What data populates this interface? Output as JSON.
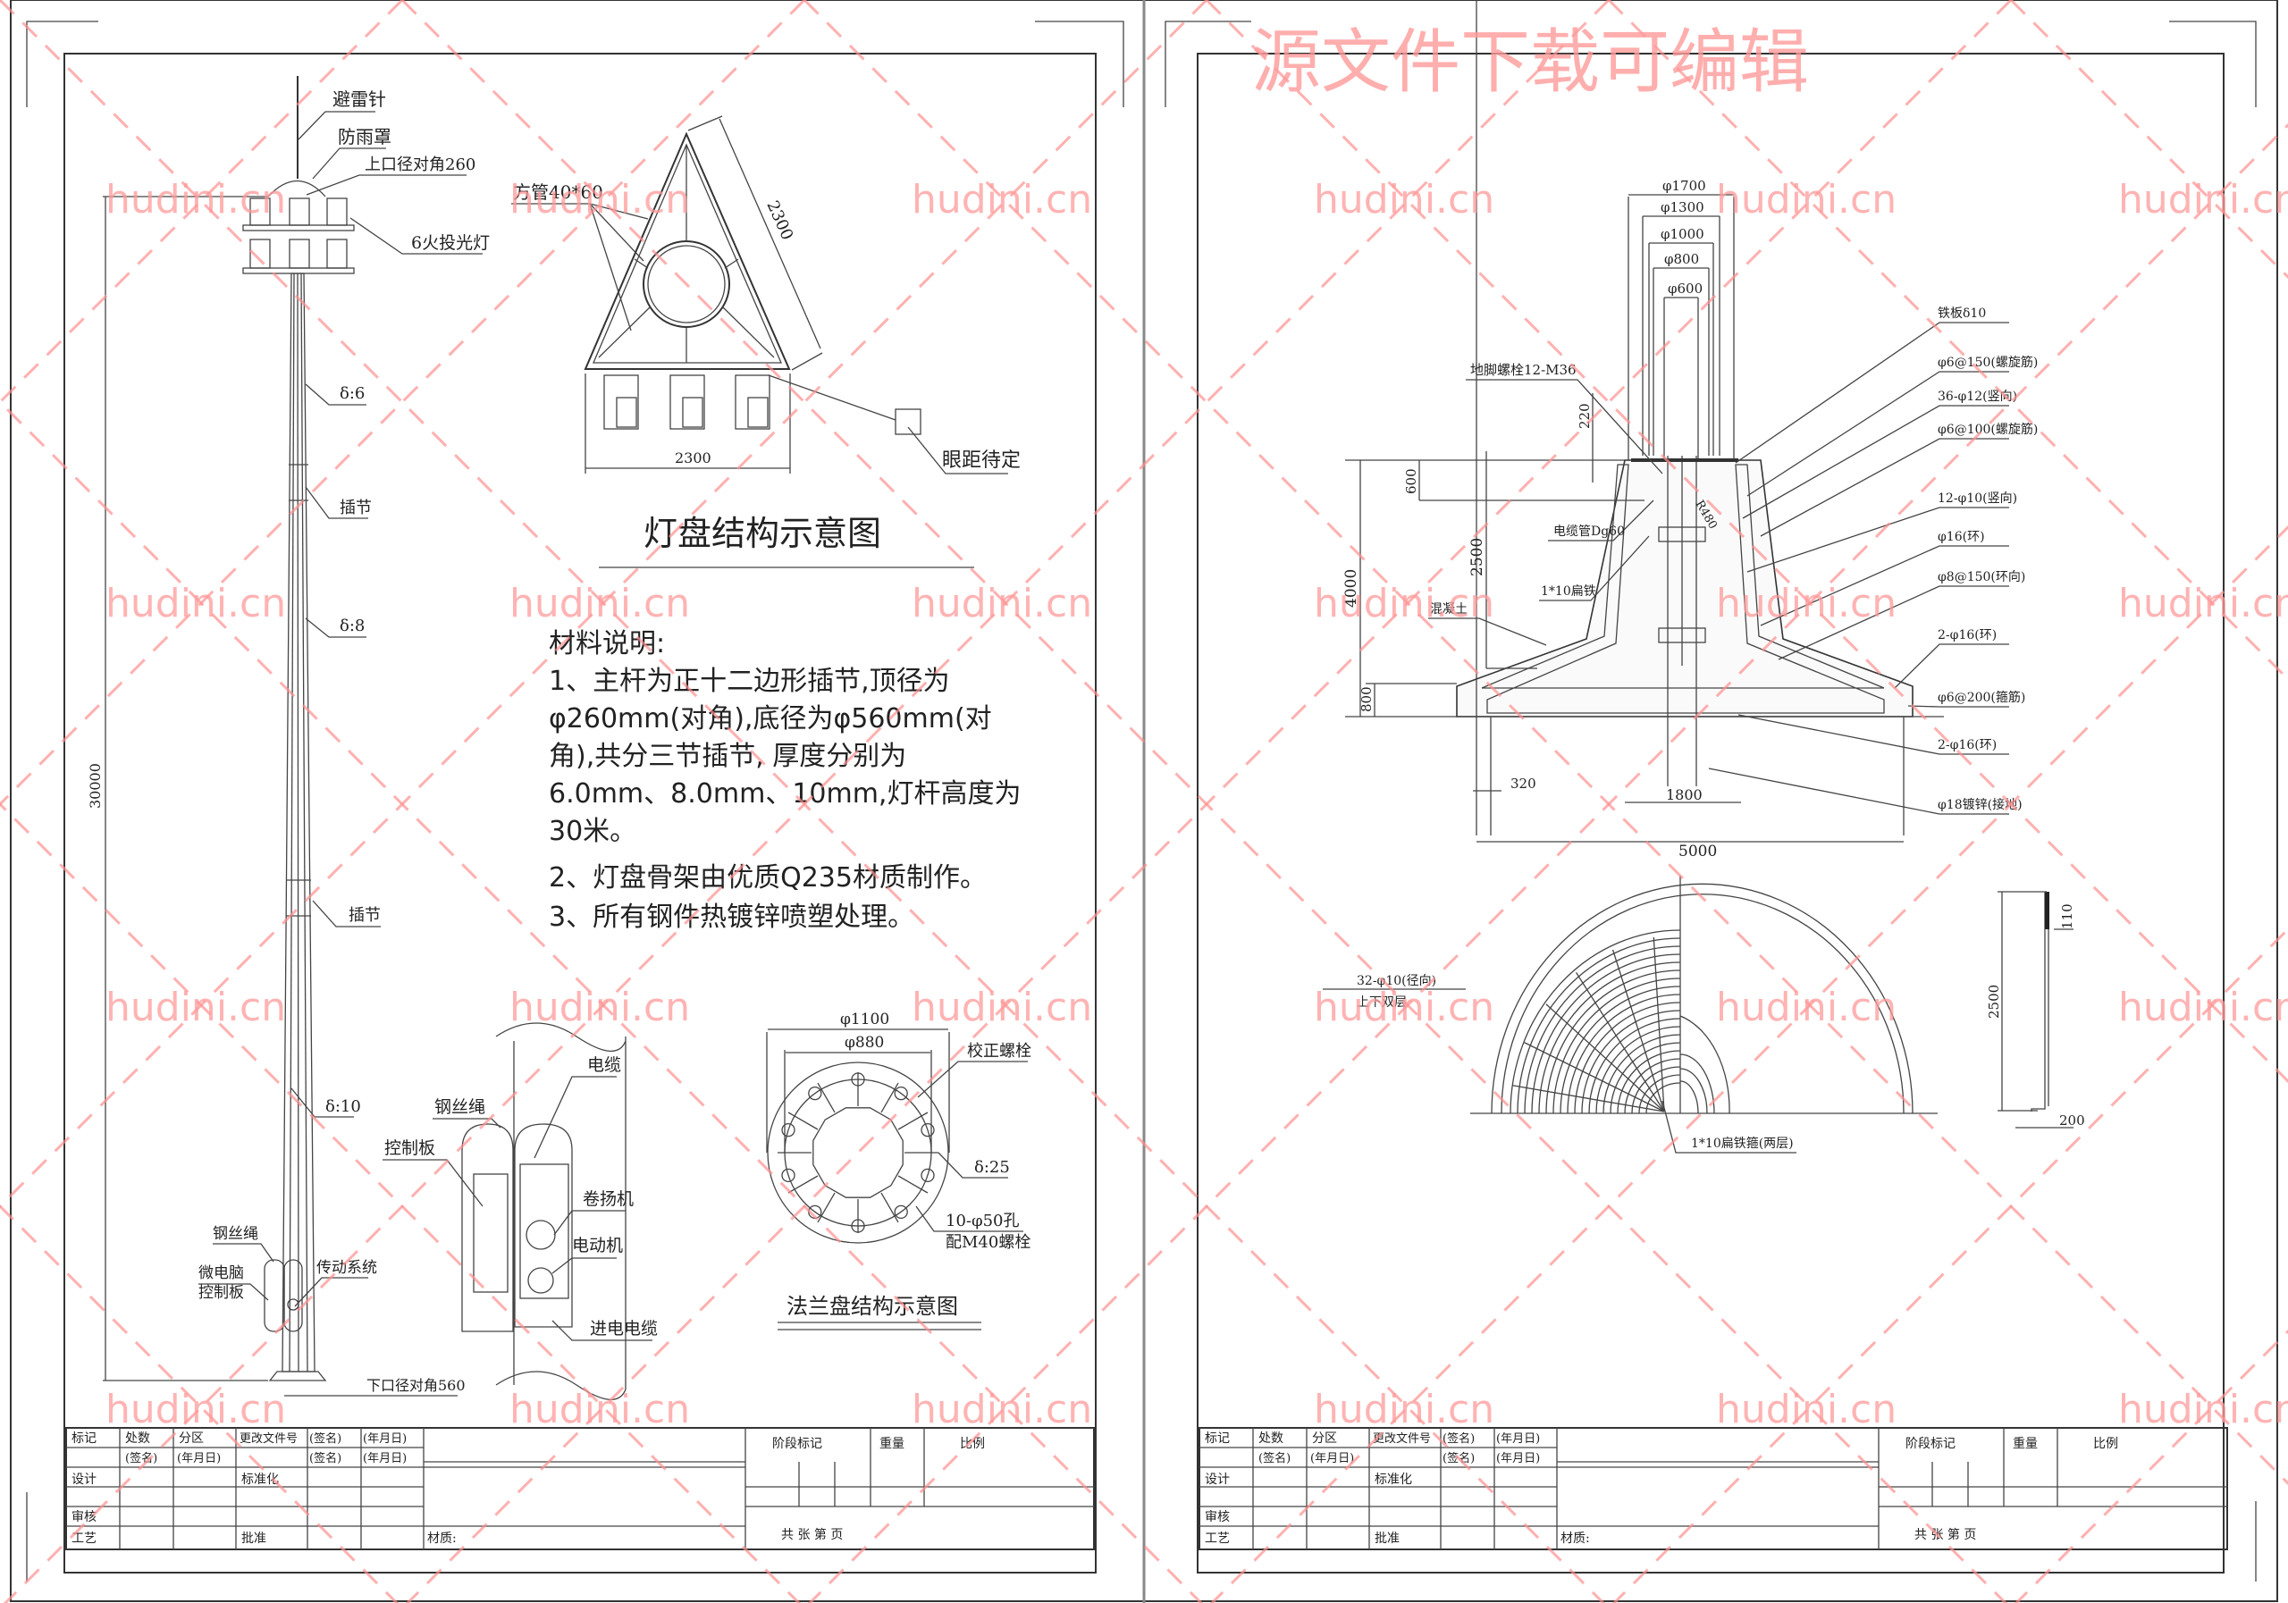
{
  "watermark": {
    "site": "hudini.cn",
    "banner": "源文件下载可编辑"
  },
  "sheet1": {
    "pole": {
      "labels": {
        "lightning_rod": "避雷针",
        "rain_cover": "防雨罩",
        "top_diameter": "上口径对角260",
        "floodlights": "6火投光灯",
        "thickness_1": "δ:6",
        "socket_1": "插节",
        "thickness_2": "δ:8",
        "socket_2": "插节",
        "thickness_3": "δ:10",
        "wire_rope": "钢丝绳",
        "micro_control": "微电脑",
        "micro_control_2": "控制板",
        "drive_system": "传动系统",
        "bottom_diameter": "下口径对角560",
        "height_dim": "30000"
      }
    },
    "lamp_tray": {
      "title": "灯盘结构示意图",
      "tube_label": "方管40*60",
      "side_dim": "2300",
      "base_dim": "2300",
      "eye_distance": "眼距待定"
    },
    "material_notes": {
      "heading": "材料说明:",
      "lines": [
        "1、主杆为正十二边形插节,顶径为",
        "φ260mm(对角),底径为φ560mm(对",
        "角),共分三节插节, 厚度分别为",
        "6.0mm、8.0mm、10mm,灯杆高度为",
        "30米。",
        "2、灯盘骨架由优质Q235材质制作。",
        "3、所有钢件热镀锌喷塑处理。"
      ]
    },
    "winch_detail": {
      "cable": "电缆",
      "wire_rope": "钢丝绳",
      "control_board": "控制板",
      "winch": "卷扬机",
      "motor": "电动机",
      "incoming_cable": "进电电缆"
    },
    "flange": {
      "title": "法兰盘结构示意图",
      "outer_dim": "φ1100",
      "inner_dim": "φ880",
      "correction_bolt": "校正螺栓",
      "thickness": "δ:25",
      "holes": "10-φ50孔",
      "bolts": "配M40螺栓"
    }
  },
  "sheet2": {
    "foundation": {
      "dims_top": [
        "φ1700",
        "φ1300",
        "φ1000",
        "φ800",
        "φ600"
      ],
      "anchor_bolt": "地脚螺栓12-M36",
      "dim_220": "220",
      "dim_600": "600",
      "dim_2500": "2500",
      "dim_4000": "4000",
      "dim_800": "800",
      "dim_320": "320",
      "dim_1800": "1800",
      "dim_5000": "5000",
      "conduit": "电缆管Dg60",
      "flat_iron": "1*10扁铁",
      "concrete": "混凝土",
      "radius": "R480",
      "callouts": [
        "铁板δ10",
        "φ6@150(螺旋筋)",
        "36-φ12(竖向)",
        "φ6@100(螺旋筋)",
        "12-φ10(竖向)",
        "φ16(环)",
        "φ8@150(环向)",
        "2-φ16(环)",
        "φ6@200(箍筋)",
        "2-φ16(环)",
        "φ18镀锌(接地)"
      ]
    },
    "plan": {
      "radial_bars": "32-φ10(径向)",
      "double_layer": "上下双层",
      "flat_iron_hoop": "1*10扁铁箍(两层)",
      "dim_110": "110",
      "dim_2500": "2500",
      "dim_200": "200"
    }
  },
  "title_block": {
    "mark": "标记",
    "count": "处数",
    "zone": "分区",
    "change_doc": "更改文件号",
    "signature": "(签名)",
    "date": "(年月日)",
    "design": "设计",
    "standardize": "标准化",
    "review": "审核",
    "process": "工艺",
    "approve": "批准",
    "material": "材质:",
    "stage_mark": "阶段标记",
    "weight": "重量",
    "scale": "比例",
    "sheets": "共    张    第    页"
  }
}
